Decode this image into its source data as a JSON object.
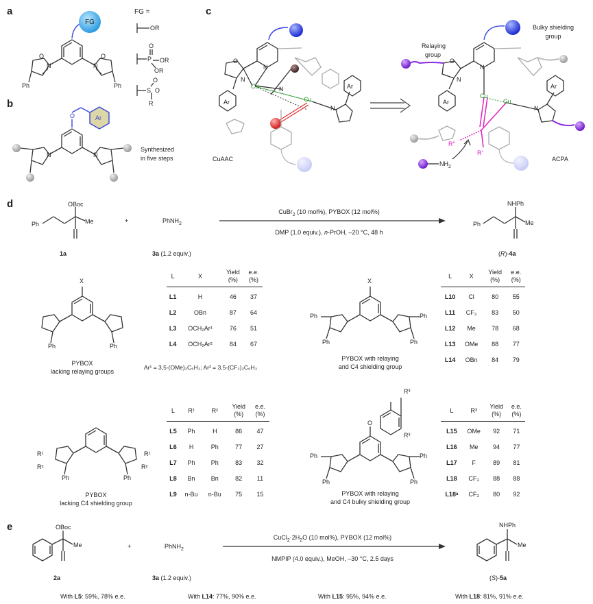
{
  "panels": {
    "a": "a",
    "b": "b",
    "c": "c",
    "d": "d",
    "e": "e"
  },
  "panel_a": {
    "fg_bubble": "FG",
    "fg_eq": "FG =",
    "fg1": "OR",
    "fg2_p": "P",
    "fg2_o": "O",
    "fg2_or1": "OR",
    "fg2_or2": "OR",
    "fg3_s": "S",
    "fg3_o1": "O",
    "fg3_o2": "O",
    "fg3_r": "R",
    "ph_left": "Ph",
    "ph_right": "Ph",
    "n": "N",
    "o": "O"
  },
  "panel_b": {
    "ar": "Ar",
    "o": "O",
    "synth_line1": "Synthesized",
    "synth_line2": "in five steps"
  },
  "panel_c": {
    "left_caption": "CuAAC",
    "right_caption": "ACPA",
    "bulky_line1": "Bulky shielding",
    "bulky_line2": "group",
    "relay_line1": "Relaying",
    "relay_line2": "group",
    "cu": "Cu",
    "ar": "Ar",
    "n": "N",
    "o": "O",
    "r_double": "R''",
    "r_single": "R'",
    "nh2": "NH",
    "nh2_sub": "2"
  },
  "panel_d": {
    "sm_label": "1a",
    "amine": "PhNH",
    "amine_sub": "2",
    "amine_label": "3a",
    "amine_equiv": "(1.2 equiv.)",
    "plus": "+",
    "cond_top": "CuBr",
    "cond_top_sub": "2",
    "cond_top_rest": " (10 mol%), PYBOX (12 mol%)",
    "cond_bottom_a": "DMP (1.0 equiv.), ",
    "cond_bottom_b": "n",
    "cond_bottom_c": "-PrOH, –20 °C, 48 h",
    "product_label_a": "(",
    "product_label_b": "R",
    "product_label_c": ")-",
    "product_label_d": "4a",
    "sm_obc": "OBoc",
    "sm_ph": "Ph",
    "sm_me": "Me",
    "pr_nhph": "NHPh",
    "pr_ph": "Ph",
    "pr_me": "Me",
    "lig1_caption1": "PYBOX",
    "lig1_caption2": "lacking relaying groups",
    "lig2_caption1": "PYBOX with relaying",
    "lig2_caption2": "and C4 shielding group",
    "lig3_caption1": "PYBOX",
    "lig3_caption2": "lacking C4 shielding group",
    "lig4_caption1": "PYBOX with relaying",
    "lig4_caption2": "and C4 bulky shielding group",
    "ar_footnote": "Ar¹ = 3,5-(OMe)₂C₆H₃; Ar² = 3,5-(CF₃)₂C₆H₃",
    "x": "X",
    "r1": "R¹",
    "r2": "R²",
    "r3": "R³",
    "ph": "Ph",
    "n": "N",
    "o": "O"
  },
  "table1": {
    "headers": [
      "L",
      "X",
      "Yield\n(%)",
      "e.e.\n(%)"
    ],
    "rows": [
      [
        "L1",
        "H",
        "46",
        "37"
      ],
      [
        "L2",
        "OBn",
        "87",
        "64"
      ],
      [
        "L3",
        "OCH₂Ar¹",
        "76",
        "51"
      ],
      [
        "L4",
        "OCH₂Ar²",
        "84",
        "67"
      ]
    ]
  },
  "table2": {
    "headers": [
      "L",
      "X",
      "Yield\n(%)",
      "e.e.\n(%)"
    ],
    "rows": [
      [
        "L10",
        "Cl",
        "80",
        "55"
      ],
      [
        "L11",
        "CF₃",
        "83",
        "50"
      ],
      [
        "L12",
        "Me",
        "78",
        "68"
      ],
      [
        "L13",
        "OMe",
        "88",
        "77"
      ],
      [
        "L14",
        "OBn",
        "84",
        "79"
      ]
    ]
  },
  "table3": {
    "headers": [
      "L",
      "R¹",
      "R²",
      "Yield\n(%)",
      "e.e.\n(%)"
    ],
    "rows": [
      [
        "L5",
        "Ph",
        "H",
        "86",
        "47"
      ],
      [
        "L6",
        "H",
        "Ph",
        "77",
        "27"
      ],
      [
        "L7",
        "Ph",
        "Ph",
        "83",
        "32"
      ],
      [
        "L8",
        "Bn",
        "Bn",
        "82",
        "11"
      ],
      [
        "L9",
        "n-Bu",
        "n-Bu",
        "75",
        "15"
      ]
    ]
  },
  "table4": {
    "headers": [
      "L",
      "R³",
      "Yield\n(%)",
      "e.e.\n(%)"
    ],
    "rows": [
      [
        "L15",
        "OMe",
        "92",
        "71"
      ],
      [
        "L16",
        "Me",
        "94",
        "77"
      ],
      [
        "L17",
        "F",
        "89",
        "81"
      ],
      [
        "L18",
        "CF₃",
        "88",
        "88"
      ],
      [
        "L18ᵃ",
        "CF₃",
        "80",
        "92"
      ]
    ]
  },
  "panel_e": {
    "sm_label": "2a",
    "sm_obc": "OBoc",
    "sm_me": "Me",
    "amine": "PhNH",
    "amine_sub": "2",
    "amine_label": "3a",
    "amine_equiv": "(1.2 equiv.)",
    "plus": "+",
    "cond_top_a": "CuCl",
    "cond_top_sub": "2",
    "cond_top_b": "·2H",
    "cond_top_sub2": "2",
    "cond_top_c": "O (10 mol%), PYBOX (12 mol%)",
    "cond_bottom": "NMPIP (4.0 equiv.), MeOH, –30 °C, 2.5 days",
    "product_label_a": "(",
    "product_label_b": "S",
    "product_label_c": ")-",
    "product_label_d": "5a",
    "pr_nhph": "NHPh",
    "pr_me": "Me",
    "results": [
      {
        "pre": "With ",
        "lig": "L5",
        "post": ": 59%, 78% e.e."
      },
      {
        "pre": "With ",
        "lig": "L14",
        "post": ": 77%, 90% e.e."
      },
      {
        "pre": "With ",
        "lig": "L15",
        "post": ": 95%, 94% e.e."
      },
      {
        "pre": "With ",
        "lig": "L18",
        "post": ": 81%, 91% e.e."
      }
    ]
  },
  "colors": {
    "fg_bubble": "#3aa6e8",
    "shield_blue": "#3344dd",
    "relay_purple": "#8b2be2",
    "magenta": "#e020c0",
    "cu_green": "#2a9a2a",
    "azide_red": "#e03030",
    "ar_yellow": "#ddd6a6"
  }
}
